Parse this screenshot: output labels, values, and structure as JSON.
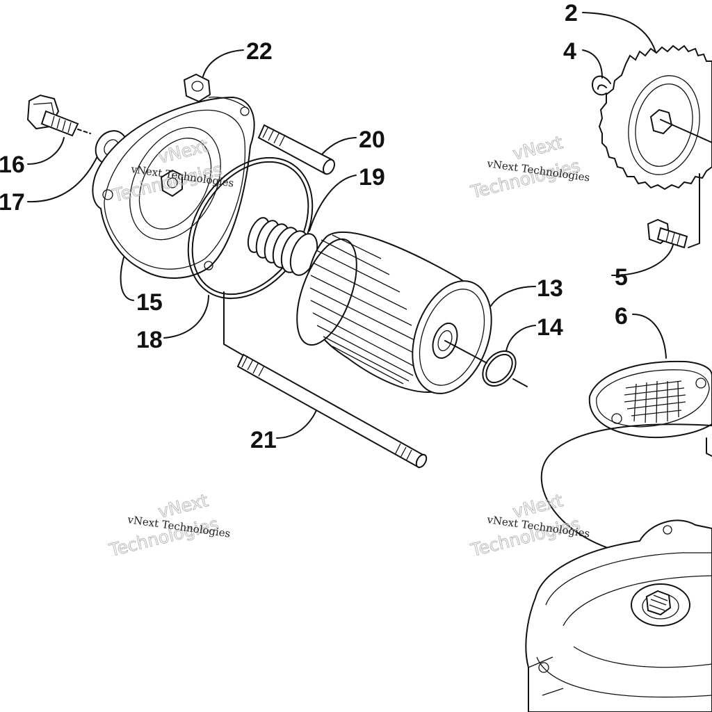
{
  "diagram": {
    "callouts": [
      {
        "id": "c2",
        "label": "2"
      },
      {
        "id": "c4",
        "label": "4"
      },
      {
        "id": "c22",
        "label": "22"
      },
      {
        "id": "c20",
        "label": "20"
      },
      {
        "id": "c19",
        "label": "19"
      },
      {
        "id": "c16",
        "label": "16"
      },
      {
        "id": "c17",
        "label": "17"
      },
      {
        "id": "c5",
        "label": "5"
      },
      {
        "id": "c13",
        "label": "13"
      },
      {
        "id": "c14",
        "label": "14"
      },
      {
        "id": "c6",
        "label": "6"
      },
      {
        "id": "c15",
        "label": "15"
      },
      {
        "id": "c18",
        "label": "18"
      },
      {
        "id": "c21",
        "label": "21"
      }
    ],
    "watermark": {
      "line1": "vNext Technologies",
      "word1": "vNext",
      "word2": "Technologies"
    },
    "colors": {
      "ink": "#111111",
      "watermark": "#bbbbbb",
      "background": "#ffffff"
    }
  }
}
